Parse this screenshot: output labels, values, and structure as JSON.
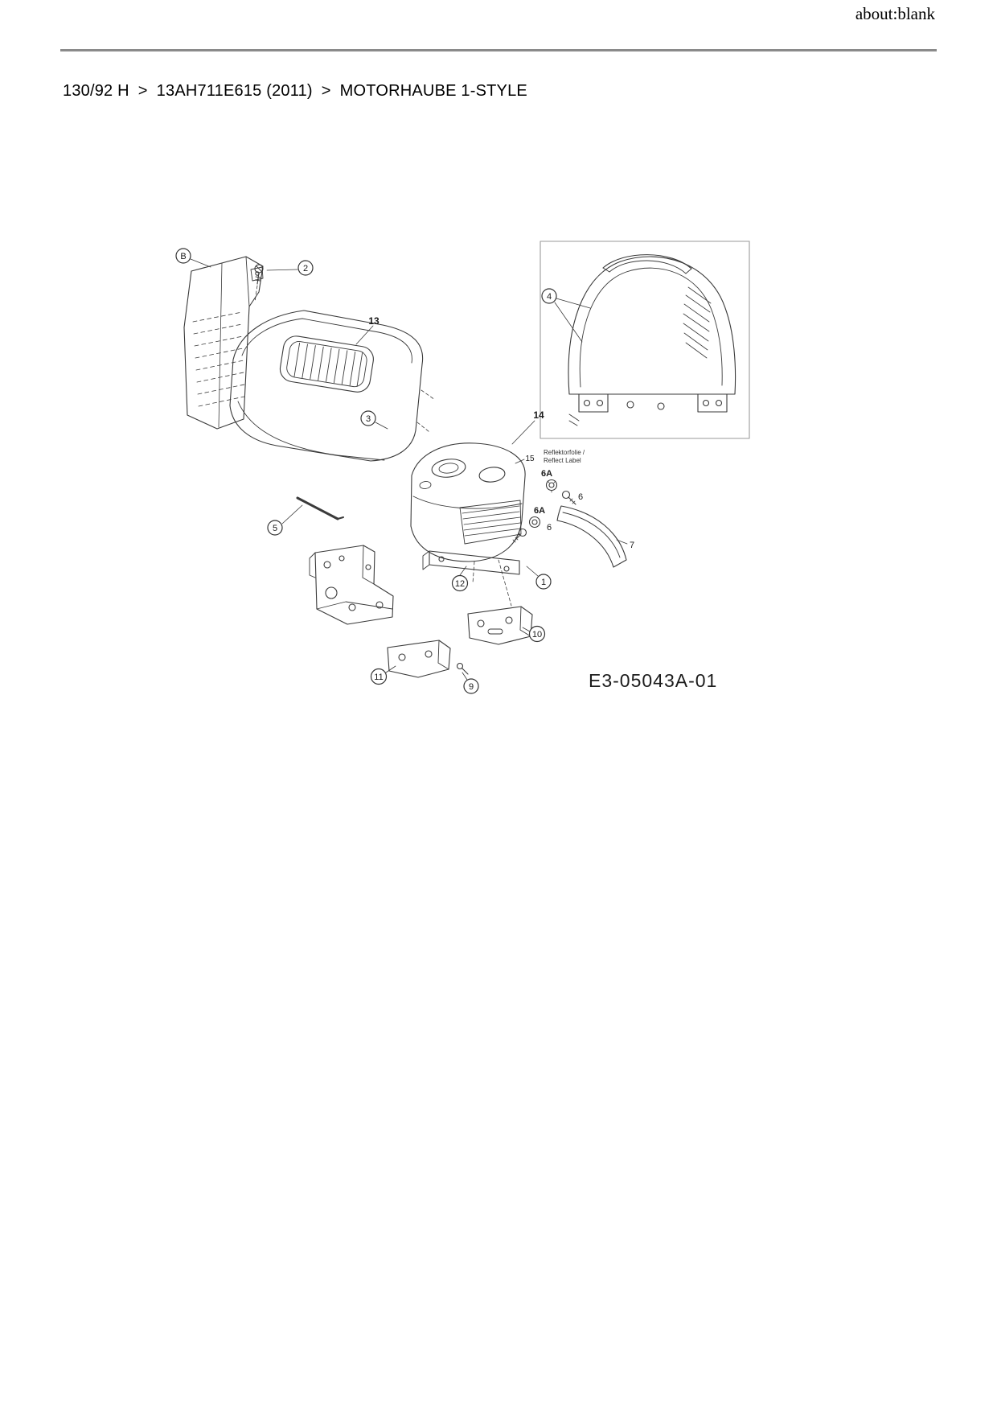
{
  "page": {
    "browser_header": "about:blank",
    "breadcrumb": {
      "items": [
        "130/92 H",
        "13AH711E615 (2011)",
        "MOTORHAUBE 1-STYLE"
      ],
      "separator": ">"
    }
  },
  "diagram": {
    "part_code": "E3-05043A-01",
    "reflect_label": {
      "line1": "Reflektorfolie /",
      "line2": "Reflect Label"
    },
    "callouts": {
      "b": "B",
      "n1": "1",
      "n2": "2",
      "n3": "3",
      "n4": "4",
      "n5": "5",
      "n6_upper": "6",
      "n6_lower": "6",
      "n6a_upper": "6A",
      "n6a_lower": "6A",
      "n7": "7",
      "n9": "9",
      "n10": "10",
      "n11": "11",
      "n12": "12",
      "n13": "13",
      "n14": "14",
      "n15": "15"
    }
  }
}
